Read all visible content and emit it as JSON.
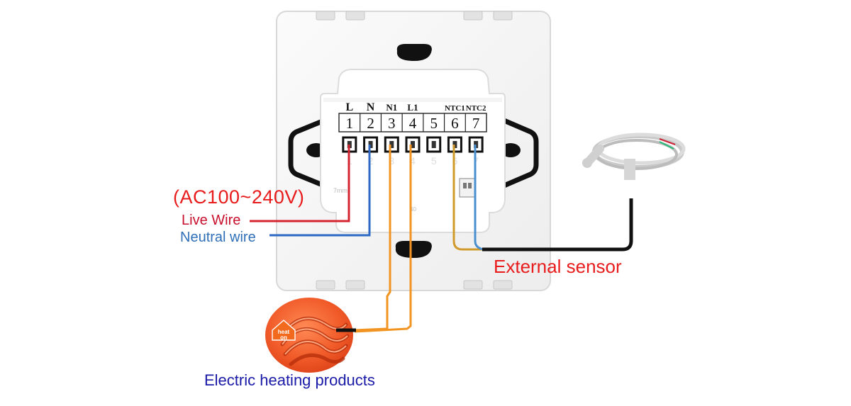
{
  "terminal_labels": [
    "L",
    "N",
    "N1",
    "L1",
    "",
    "NTC1",
    "NTC2"
  ],
  "terminal_numbers": [
    "1",
    "2",
    "3",
    "4",
    "5",
    "6",
    "7"
  ],
  "voltage_label": "(AC100~240V)",
  "live_label": "Live Wire",
  "neutral_label": "Neutral wire",
  "sensor_label": "External sensor",
  "heating_label": "Electric heating products",
  "heat_badge": [
    "heat",
    "on"
  ],
  "colors": {
    "live": "#d42430",
    "neutral": "#2c68c4",
    "load": "#f29422",
    "sensor_a": "#d19a2a",
    "sensor_b": "#4a8fd0",
    "cable": "#111111",
    "title_red": "#e81c1c",
    "heating_blue": "#1a1aa8"
  }
}
